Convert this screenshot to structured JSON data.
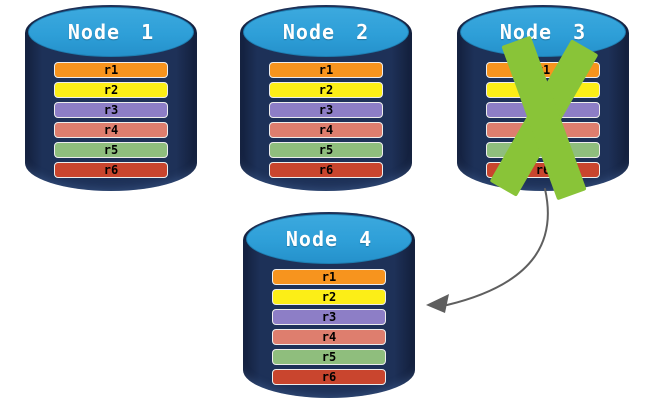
{
  "canvas": {
    "background": "#FFFFFF"
  },
  "nodes": [
    {
      "label": "Node 1",
      "failed": false,
      "replicas": [
        {
          "id": "r1",
          "color": "#F7941E"
        },
        {
          "id": "r2",
          "color": "#FCEE17"
        },
        {
          "id": "r3",
          "color": "#8D7EC6"
        },
        {
          "id": "r4",
          "color": "#DE7E6E"
        },
        {
          "id": "r5",
          "color": "#8FBE7D"
        },
        {
          "id": "r6",
          "color": "#C9452E"
        }
      ]
    },
    {
      "label": "Node 2",
      "failed": false,
      "replicas": [
        {
          "id": "r1",
          "color": "#F7941E"
        },
        {
          "id": "r2",
          "color": "#FCEE17"
        },
        {
          "id": "r3",
          "color": "#8D7EC6"
        },
        {
          "id": "r4",
          "color": "#DE7E6E"
        },
        {
          "id": "r5",
          "color": "#8FBE7D"
        },
        {
          "id": "r6",
          "color": "#C9452E"
        }
      ]
    },
    {
      "label": "Node 3",
      "failed": true,
      "replicas": [
        {
          "id": "r1",
          "color": "#F7941E"
        },
        {
          "id": "r2",
          "color": "#FCEE17"
        },
        {
          "id": "r3",
          "color": "#8D7EC6"
        },
        {
          "id": "r4",
          "color": "#DE7E6E"
        },
        {
          "id": "r5",
          "color": "#8FBE7D"
        },
        {
          "id": "r6",
          "color": "#C9452E"
        }
      ]
    },
    {
      "label": "Node 4",
      "failed": false,
      "replicas": [
        {
          "id": "r1",
          "color": "#F7941E"
        },
        {
          "id": "r2",
          "color": "#FCEE17"
        },
        {
          "id": "r3",
          "color": "#8D7EC6"
        },
        {
          "id": "r4",
          "color": "#DE7E6E"
        },
        {
          "id": "r5",
          "color": "#8FBE7D"
        },
        {
          "id": "r6",
          "color": "#C9452E"
        }
      ]
    }
  ],
  "failure_mark": {
    "icon": "x-mark-icon",
    "color": "#89C438",
    "on_node": "Node 3"
  },
  "failover_arrow": {
    "from": "Node 3",
    "to": "Node 4",
    "color": "#5F5F5F"
  },
  "colors": {
    "cylinder_body": "#1B2C50",
    "cylinder_top": "#2F9FD8",
    "node_label_text": "#FFFFFF",
    "bar_border": "#EDEDED",
    "bar_text": "#000000"
  }
}
